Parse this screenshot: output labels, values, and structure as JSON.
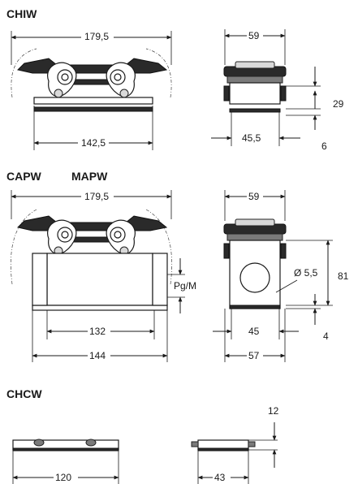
{
  "sections": {
    "chiw": {
      "title": "CHIW"
    },
    "capw_mapw": {
      "title1": "CAPW",
      "title2": "MAPW"
    },
    "chcw": {
      "title": "CHCW"
    }
  },
  "dimensions": {
    "chiw_overall_width": "179,5",
    "chiw_base_width": "142,5",
    "chiw_side_width": "59",
    "chiw_side_bottom": "45,5",
    "chiw_height": "29",
    "chiw_base_thickness": "6",
    "capw_overall_width": "179,5",
    "capw_inner_width": "132",
    "capw_base_width": "144",
    "capw_thread": "Pg/M",
    "capw_side_width": "59",
    "capw_hole_dia": "Ø 5,5",
    "capw_height": "81",
    "capw_side_inner": "45",
    "capw_side_bottom": "57",
    "capw_base_thickness": "4",
    "chcw_width": "120",
    "chcw_side_width": "43",
    "chcw_height": "12"
  },
  "colors": {
    "ink": "#1a1a1a",
    "shade_dark": "#2a2a2a",
    "shade_mid": "#7a7a7a",
    "shade_light": "#d9d9d9"
  }
}
